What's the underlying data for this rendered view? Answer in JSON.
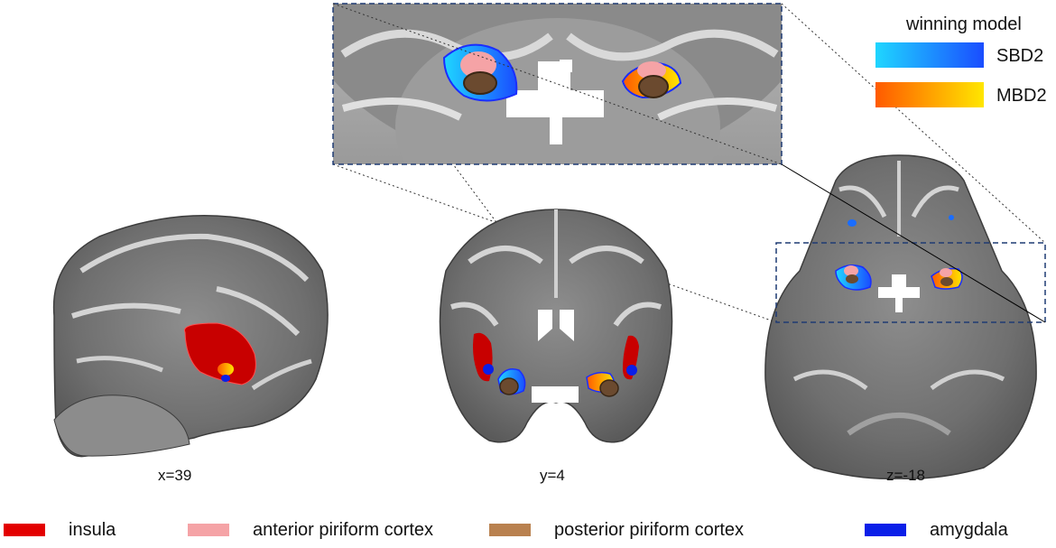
{
  "slices": {
    "sagittal": {
      "coord_label": "x=39"
    },
    "coronal": {
      "coord_label": "y=4"
    },
    "axial": {
      "coord_label": "z=-18"
    }
  },
  "winning_model": {
    "title": "winning model",
    "models": [
      {
        "name": "SBD2",
        "gradient": [
          "#1fd6ff",
          "#1a4dff"
        ]
      },
      {
        "name": "MBD2",
        "gradient": [
          "#ff5a00",
          "#ffe600"
        ]
      }
    ]
  },
  "legend": [
    {
      "label": "insula",
      "color": "#e30000"
    },
    {
      "label": "anterior piriform cortex",
      "color": "#f5a3a6"
    },
    {
      "label": "posterior piriform cortex",
      "color": "#b9814f"
    },
    {
      "label": "amygdala",
      "color": "#0a1fe8"
    }
  ],
  "colors": {
    "brain_gray": "#7a7a7a",
    "zoom_box": "#1f3b73"
  }
}
